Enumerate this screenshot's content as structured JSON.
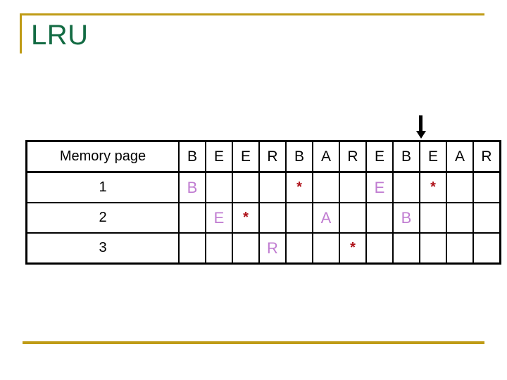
{
  "slide": {
    "title": "LRU",
    "accent_color": "#BF9B16",
    "title_color": "#136B43",
    "letter_color": "#C07CD1",
    "star_color": "#AE1018"
  },
  "pointer": {
    "icon": "down-arrow-icon",
    "points_at_column_index": 9,
    "points_at_reference": "E"
  },
  "table": {
    "row_header_label": "Memory page",
    "reference_string": [
      "B",
      "E",
      "E",
      "R",
      "B",
      "A",
      "R",
      "E",
      "B",
      "E",
      "A",
      "R"
    ],
    "frames": [
      {
        "label": "1",
        "cells": [
          "B",
          "",
          "",
          "",
          "*",
          "",
          "",
          "E",
          "",
          "*",
          "",
          ""
        ]
      },
      {
        "label": "2",
        "cells": [
          "",
          "E",
          "*",
          "",
          "",
          "A",
          "",
          "",
          "B",
          "",
          "",
          ""
        ]
      },
      {
        "label": "3",
        "cells": [
          "",
          "",
          "",
          "R",
          "",
          "",
          "*",
          "",
          "",
          "",
          "",
          ""
        ]
      }
    ]
  }
}
